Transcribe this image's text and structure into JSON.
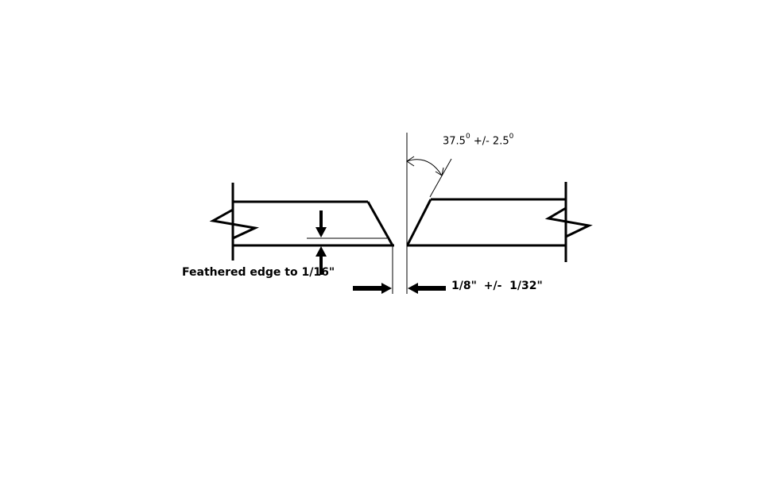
{
  "labels": {
    "angle_value": "37.5",
    "angle_tolerance": "+/- 2.5",
    "degree_mark": "0",
    "root_face": "Feathered edge to 1/16\"",
    "gap_value": "1/8\"",
    "gap_tolerance": "+/-  1/32\""
  },
  "colors": {
    "line": "#000000",
    "background": "#ffffff"
  }
}
